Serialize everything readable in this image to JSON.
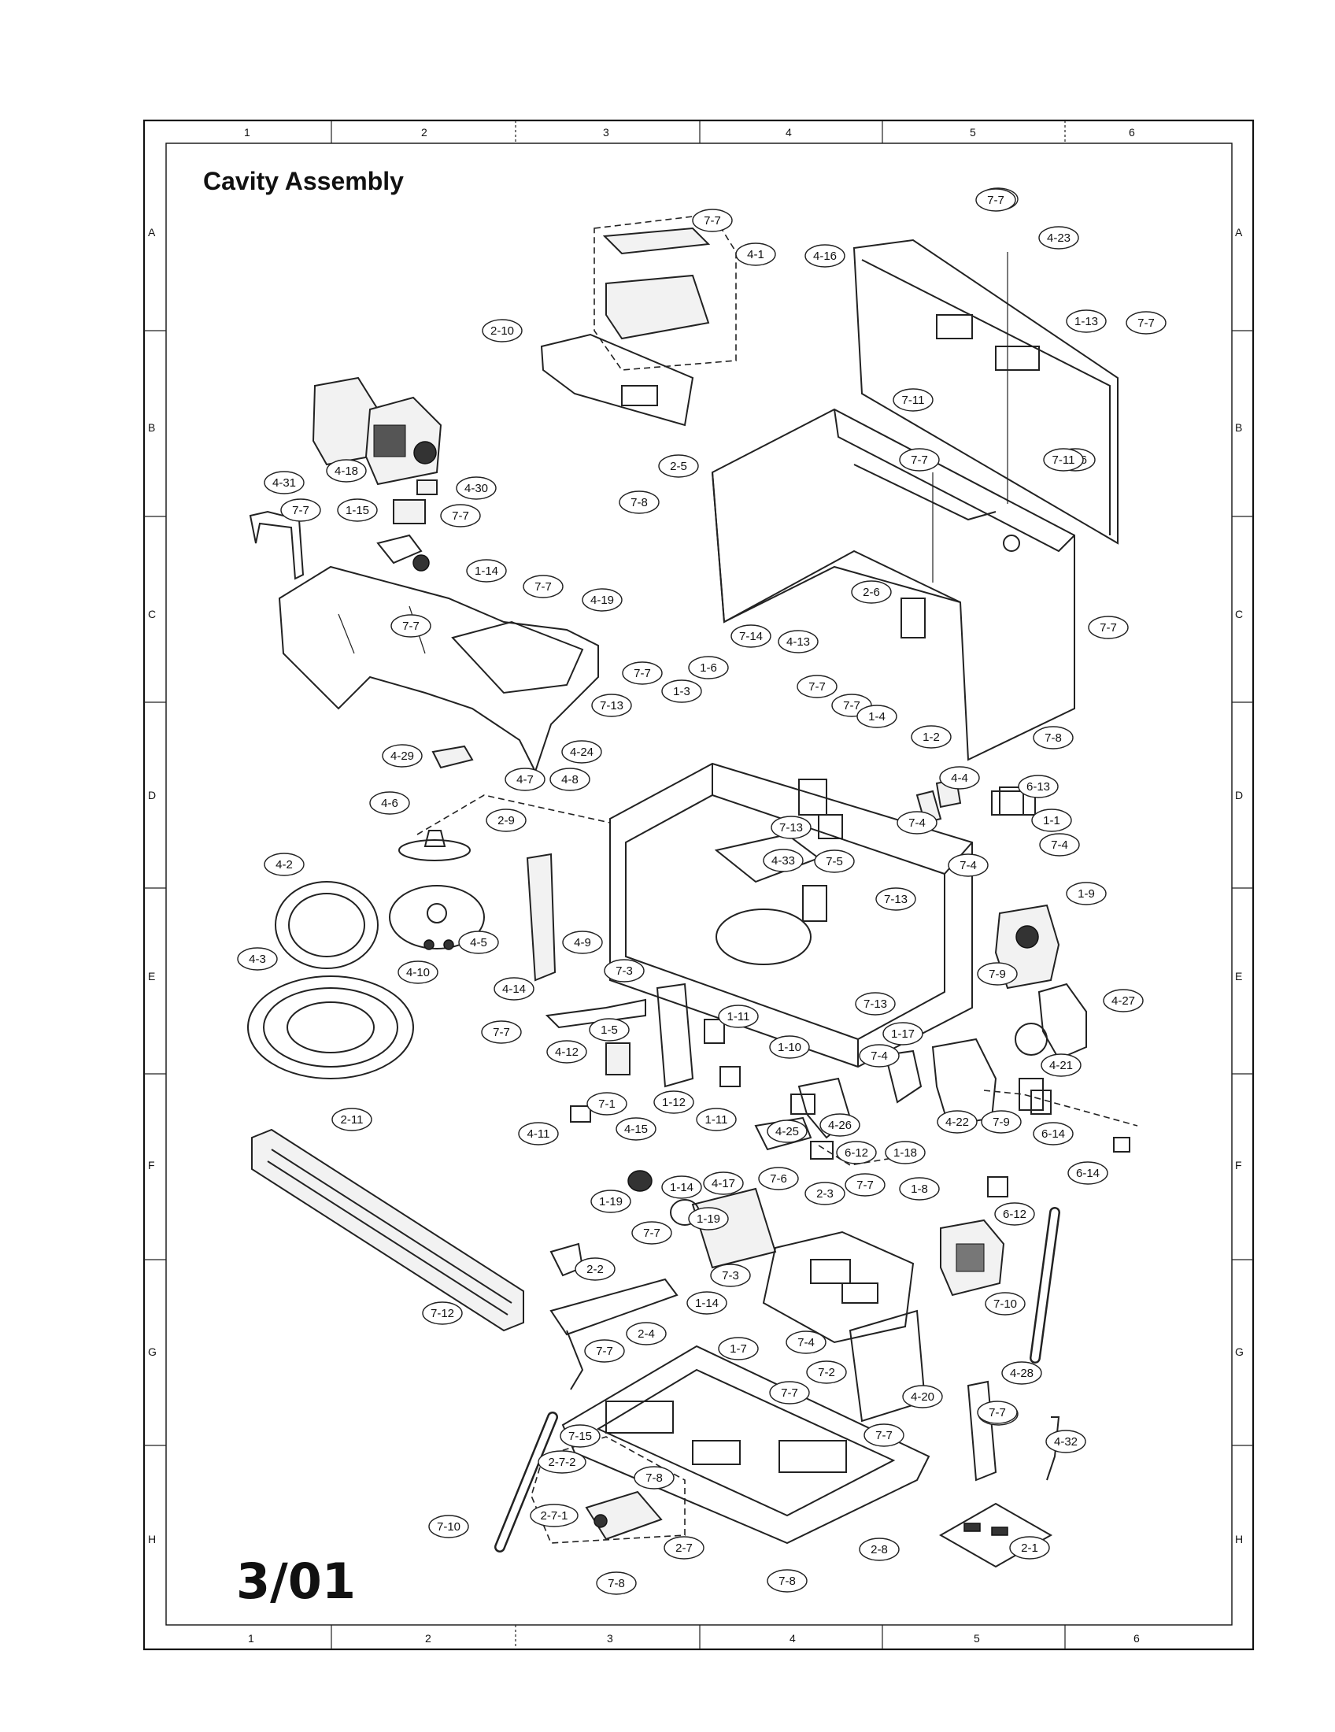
{
  "title": "Cavity Assembly",
  "date_code": "3/01",
  "grid": {
    "columns": [
      "1",
      "2",
      "3",
      "4",
      "5",
      "6"
    ],
    "rows": [
      "A",
      "B",
      "C",
      "D",
      "E",
      "F",
      "G",
      "H"
    ]
  },
  "callouts": [
    "7-7",
    "4-1",
    "4-16",
    "7-7",
    "4-23",
    "1-13",
    "7-7",
    "7-7",
    "2-10",
    "1-16",
    "7-11",
    "2-5",
    "7-7",
    "7-11",
    "4-31",
    "4-18",
    "4-30",
    "7-7",
    "1-15",
    "7-7",
    "7-8",
    "1-14",
    "7-7",
    "4-19",
    "2-6",
    "7-7",
    "7-7",
    "7-14",
    "4-13",
    "1-6",
    "1-3",
    "7-7",
    "7-7",
    "7-7",
    "7-13",
    "1-4",
    "1-2",
    "7-8",
    "4-29",
    "4-24",
    "4-8",
    "4-7",
    "4-4",
    "6-13",
    "4-6",
    "2-9",
    "7-4",
    "1-1",
    "7-13",
    "4-33",
    "7-5",
    "7-4",
    "4-2",
    "7-4",
    "1-9",
    "7-13",
    "4-9",
    "4-5",
    "4-10",
    "4-3",
    "7-3",
    "7-9",
    "4-14",
    "4-27",
    "7-13",
    "1-11",
    "7-7",
    "1-5",
    "4-12",
    "1-17",
    "4-21",
    "1-10",
    "7-4",
    "7-1",
    "1-12",
    "4-15",
    "4-22",
    "7-9",
    "6-14",
    "4-11",
    "1-11",
    "4-26",
    "2-11",
    "4-25",
    "1-18",
    "6-12",
    "6-14",
    "1-14",
    "4-17",
    "7-6",
    "7-7",
    "1-8",
    "1-19",
    "2-3",
    "6-12",
    "7-7",
    "1-19",
    "2-2",
    "7-3",
    "1-14",
    "7-10",
    "7-12",
    "7-7",
    "2-4",
    "1-7",
    "7-4",
    "4-28",
    "7-7",
    "7-2",
    "7-7",
    "4-20",
    "7-7",
    "4-32",
    "7-15",
    "7-7",
    "2-7-2",
    "7-8",
    "7-10",
    "2-7-1",
    "2-7",
    "2-8",
    "2-1",
    "7-8",
    "7-8"
  ]
}
